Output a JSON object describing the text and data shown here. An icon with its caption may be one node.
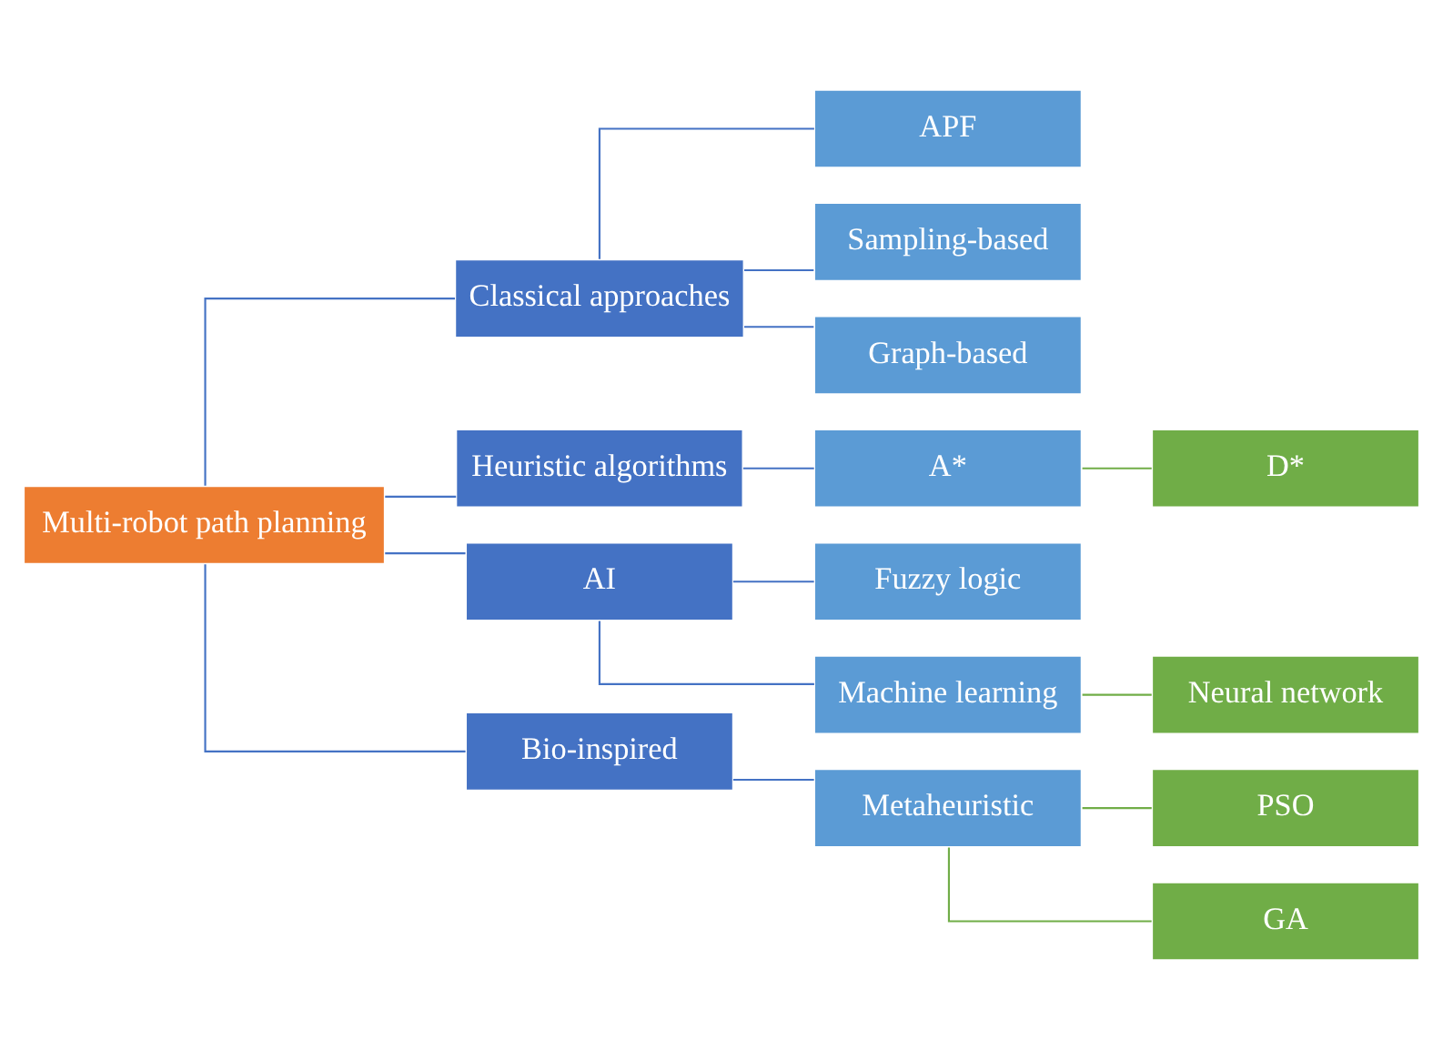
{
  "diagram": {
    "nodes": [
      {
        "text": [
          "Multi-robot path planning"
        ]
      },
      {
        "text": [
          "Classical approaches"
        ]
      },
      {
        "text": [
          "Heuristic algorithms"
        ]
      },
      {
        "text": [
          "AI"
        ]
      },
      {
        "text": [
          "Bio-inspired"
        ]
      },
      {
        "text": [
          "APF"
        ]
      },
      {
        "text": [
          "Sampling-based"
        ]
      },
      {
        "text": [
          "Graph-based"
        ]
      },
      {
        "text": [
          "A*"
        ]
      },
      {
        "text": [
          "Fuzzy logic"
        ]
      },
      {
        "text": [
          "Machine learning"
        ]
      },
      {
        "text": [
          "Metaheuristic"
        ]
      },
      {
        "text": [
          "D*"
        ]
      },
      {
        "text": [
          "Neural network"
        ]
      },
      {
        "text": [
          "PSO"
        ]
      },
      {
        "text": [
          "GA"
        ]
      }
    ],
    "edges": [
      {
        "from": 0,
        "to": 1,
        "arrow": "none"
      },
      {
        "from": 0,
        "to": 2,
        "arrow": "none"
      },
      {
        "from": 0,
        "to": 3,
        "arrow": "none"
      },
      {
        "from": 0,
        "to": 4,
        "arrow": "none"
      },
      {
        "from": 1,
        "to": 5,
        "arrow": "none"
      },
      {
        "from": 1,
        "to": 6,
        "arrow": "none"
      },
      {
        "from": 1,
        "to": 7,
        "arrow": "none"
      },
      {
        "from": 2,
        "to": 8,
        "arrow": "none"
      },
      {
        "from": 3,
        "to": 9,
        "arrow": "none"
      },
      {
        "from": 3,
        "to": 10,
        "arrow": "none"
      },
      {
        "from": 4,
        "to": 11,
        "arrow": "none"
      },
      {
        "from": 8,
        "to": 12,
        "arrow": "none",
        "color": "#70ad47"
      },
      {
        "from": 10,
        "to": 13,
        "arrow": "none",
        "color": "#70ad47"
      },
      {
        "from": 11,
        "to": 14,
        "arrow": "none",
        "color": "#70ad47"
      },
      {
        "from": 11,
        "to": 15,
        "arrow": "none",
        "color": "#70ad47"
      }
    ]
  }
}
